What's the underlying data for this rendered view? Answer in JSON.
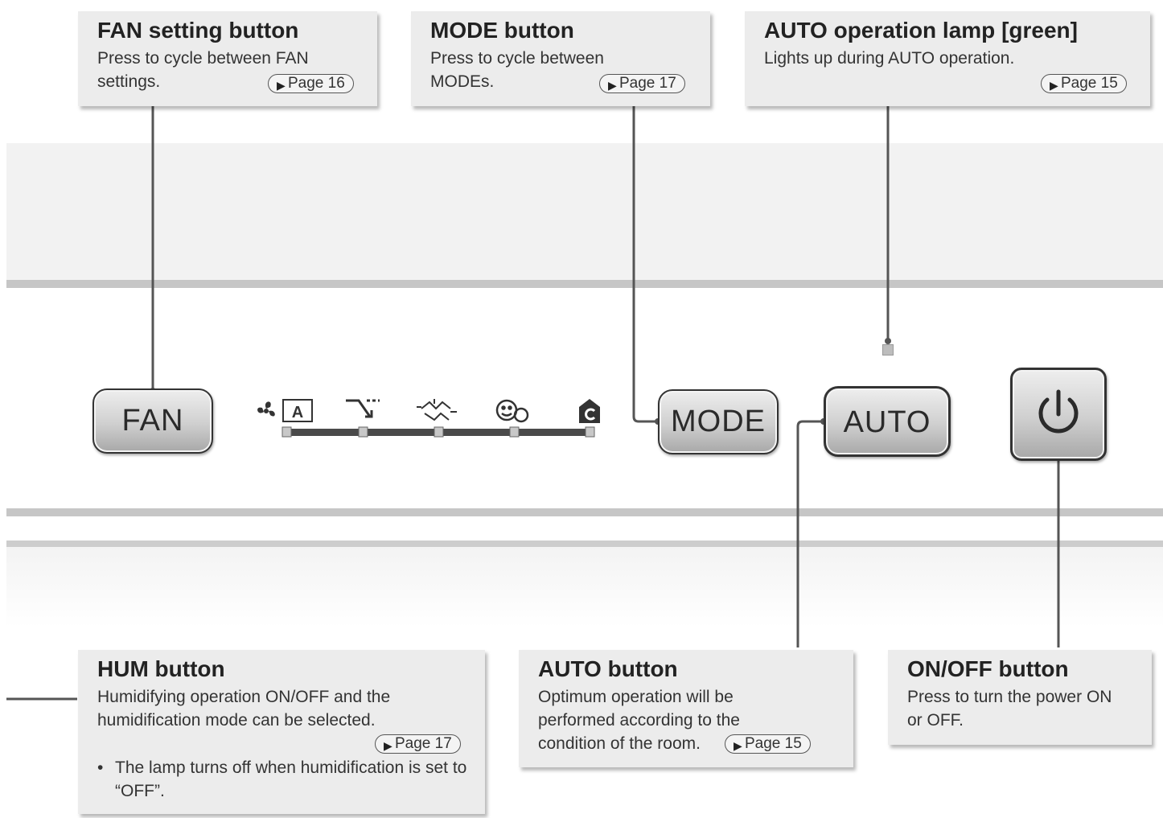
{
  "callouts": {
    "fan": {
      "title": "FAN setting button",
      "desc": "Press to cycle between FAN settings.",
      "page": "Page 16"
    },
    "mode": {
      "title": "MODE button",
      "desc": "Press to cycle between MODEs.",
      "page": "Page 17"
    },
    "auto_lamp": {
      "title": "AUTO operation lamp [green]",
      "desc": "Lights up during AUTO operation.",
      "page": "Page 15"
    },
    "hum": {
      "title": "HUM button",
      "desc": "Humidifying operation ON/OFF and the humidification mode can be selected.",
      "page": "Page 17",
      "bullet": "The lamp turns off when humidification is set to “OFF”."
    },
    "auto": {
      "title": "AUTO button",
      "desc": "Optimum operation will be performed according to the condition of the room.",
      "page": "Page 15"
    },
    "onoff": {
      "title": "ON/OFF button",
      "desc": "Press to turn the power ON or OFF."
    }
  },
  "panel": {
    "fan_label": "FAN",
    "mode_label": "MODE",
    "auto_label": "AUTO",
    "power_icon": "power-icon",
    "fan_indicator_auto": "A",
    "fan_level_icons": [
      "fan-auto-icon",
      "quiet-icon",
      "turbo-icon",
      "pollen-icon",
      "economy-icon"
    ],
    "lamp_color": "green"
  },
  "colors": {
    "callout_bg": "#ececec",
    "band_light": "#f2f2f2",
    "band_line": "#c6c6c6",
    "leader": "#555555"
  }
}
